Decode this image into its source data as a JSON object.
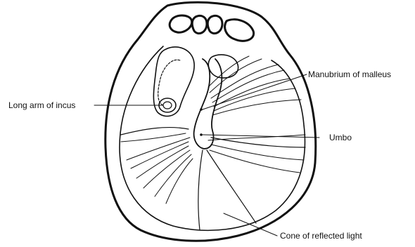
{
  "labels": {
    "incus": "Long arm of incus",
    "manubrium": "Manubrium of malleus",
    "umbo": "Umbo",
    "cone": "Cone of reflected light"
  }
}
